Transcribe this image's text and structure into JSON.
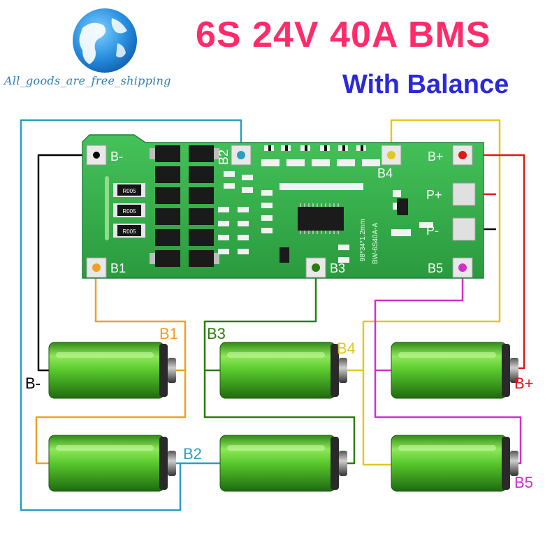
{
  "header": {
    "title": "6S 24V 40A BMS",
    "subtitle": "With Balance",
    "shop_name": "All_goods_are_free_shipping"
  },
  "board": {
    "pad_labels": {
      "b_minus": "B-",
      "b1": "B1",
      "b2": "B2",
      "b3": "B3",
      "b4": "B4",
      "b5": "B5",
      "b_plus": "B+",
      "p_plus": "P+",
      "p_minus": "P-"
    },
    "resistor_marking": "R005",
    "silkscreen_model": "BW-6S40A-A",
    "silkscreen_size": "98*34*1.2mm"
  },
  "wiring": {
    "labels": {
      "b_minus": "B-",
      "b1": "B1",
      "b2": "B2",
      "b3": "B3",
      "b4": "B4",
      "b5": "B5",
      "b_plus": "B+"
    },
    "colors": {
      "b_minus": "#000000",
      "b1": "#f0a020",
      "b2": "#2a9ec0",
      "b3": "#2d7a10",
      "b4": "#e0c820",
      "b5": "#d030c8",
      "b_plus": "#e01818"
    }
  },
  "colors": {
    "title": "#ff2b6a",
    "subtitle": "#2a2ad6",
    "pcb": "#35b04a",
    "battery": "#4cc62a"
  }
}
